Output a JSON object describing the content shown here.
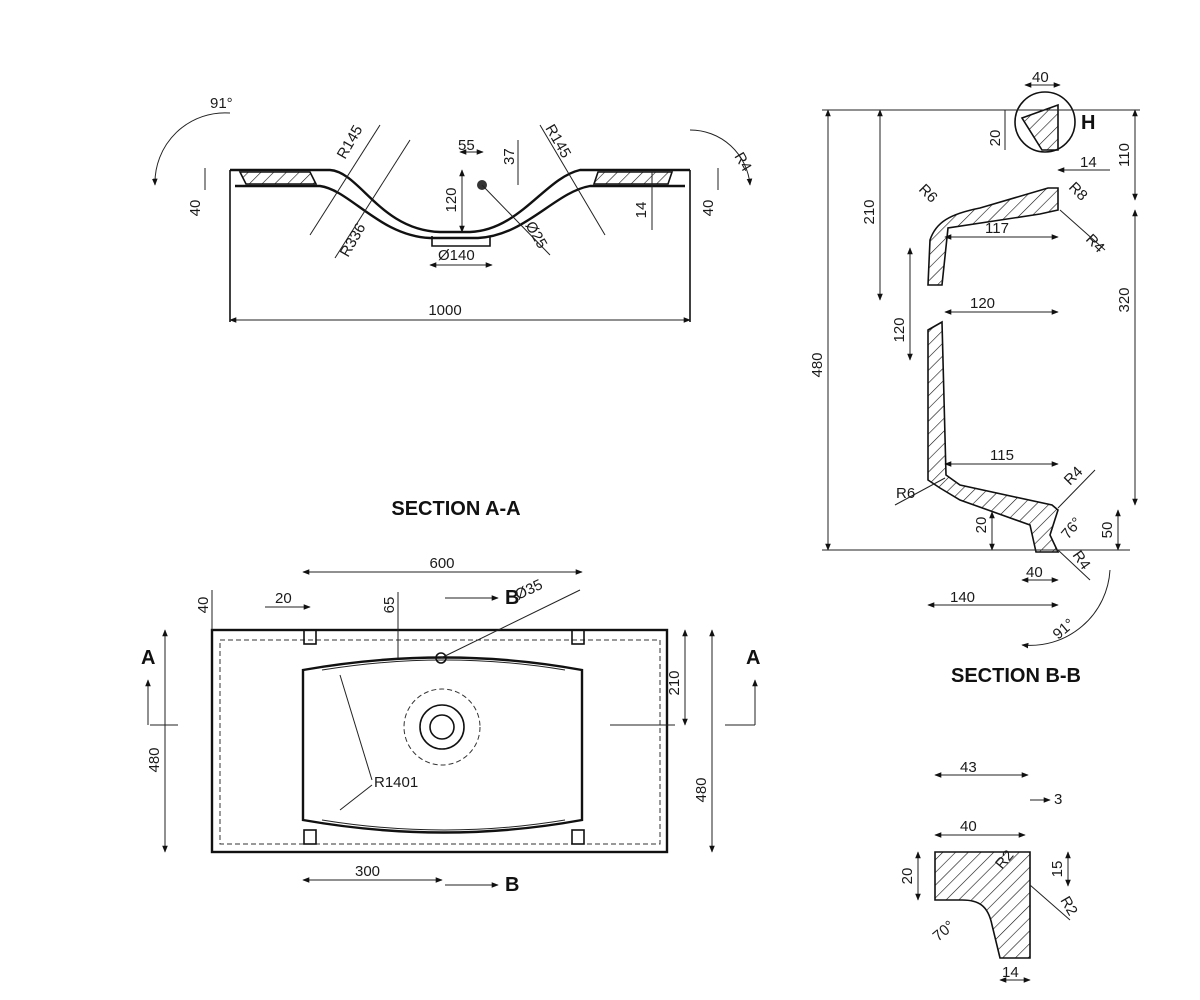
{
  "section_aa": {
    "title": "SECTION A-A",
    "dims": {
      "angle_left": "91°",
      "r145_left": "R145",
      "r145_right": "R145",
      "d55": "55",
      "d37": "37",
      "r4_top": "R4",
      "h40_left": "40",
      "h120": "120",
      "h14": "14",
      "h40_right": "40",
      "r336": "R336",
      "dia25": "Ø25",
      "dia140": "Ø140",
      "width1000": "1000"
    }
  },
  "section_bb": {
    "title": "SECTION B-B",
    "detail_mark": "H",
    "dims": {
      "d40_top": "40",
      "d20_top": "20",
      "d110": "110",
      "d14": "14",
      "d210": "210",
      "r6_top": "R6",
      "r8": "R8",
      "d117": "117",
      "r4_a": "R4",
      "d480": "480",
      "d320": "320",
      "d120_a": "120",
      "d120_b": "120",
      "d115": "115",
      "r6_bottom": "R6",
      "r4_b": "R4",
      "d20_b": "20",
      "angle76": "76°",
      "d50": "50",
      "r4_c": "R4",
      "d40_b": "40",
      "d140": "140",
      "angle91": "91°"
    }
  },
  "plan": {
    "section_a": "A",
    "section_b": "B",
    "dims": {
      "d600": "600",
      "d40": "40",
      "d20": "20",
      "d65": "65",
      "dia35": "Ø35",
      "d210": "210",
      "d480_left": "480",
      "d480_right": "480",
      "r1401": "R1401",
      "d300": "300"
    }
  },
  "detail": {
    "dims": {
      "d43": "43",
      "d3": "3",
      "d40": "40",
      "d20": "20",
      "d15": "15",
      "r2_a": "R2",
      "r2_b": "R2",
      "angle70": "70°",
      "d14": "14"
    }
  }
}
